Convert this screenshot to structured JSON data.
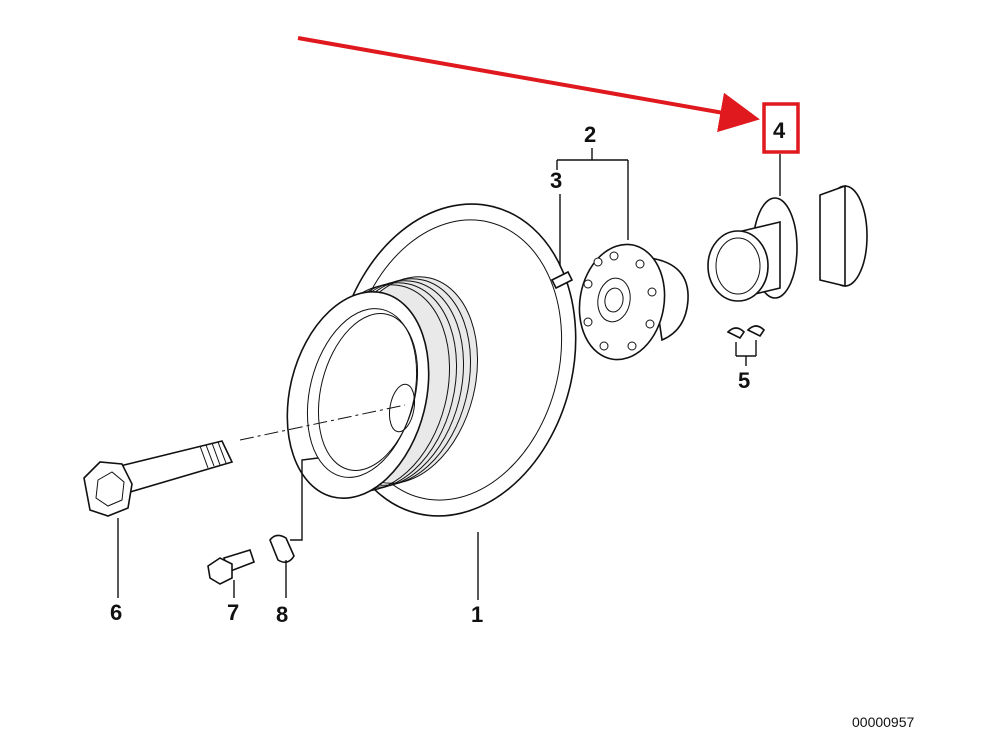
{
  "callouts": {
    "c1": "1",
    "c2": "2",
    "c3": "3",
    "c4": "4",
    "c5": "5",
    "c6": "6",
    "c7": "7",
    "c8": "8"
  },
  "reference_code": "00000957",
  "colors": {
    "highlight": "#e0191e",
    "ink": "#111111",
    "background": "#ffffff"
  }
}
